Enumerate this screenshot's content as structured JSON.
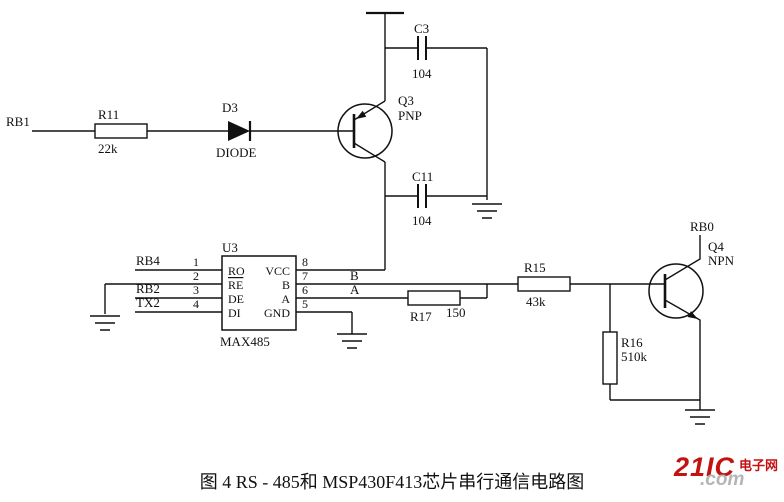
{
  "caption": "图 4  RS - 485和 MSP430F413芯片串行通信电路图",
  "watermark": {
    "brand": "21IC",
    "site": "电子网",
    "domain": ".com"
  },
  "nets": {
    "rb1": "RB1",
    "rb4": "RB4",
    "rb2": "RB2",
    "tx2": "TX2",
    "rb0": "RB0"
  },
  "wire_labels": {
    "b": "B",
    "a": "A"
  },
  "components": {
    "r11": {
      "ref": "R11",
      "value": "22k"
    },
    "d3": {
      "ref": "D3",
      "value": "DIODE"
    },
    "q3": {
      "ref": "Q3",
      "value": "PNP"
    },
    "c3": {
      "ref": "C3",
      "value": "104"
    },
    "c11": {
      "ref": "C11",
      "value": "104"
    },
    "r17": {
      "ref": "R17",
      "value": "150"
    },
    "r15": {
      "ref": "R15",
      "value": "43k"
    },
    "r16": {
      "ref": "R16",
      "value": "510k"
    },
    "q4": {
      "ref": "Q4",
      "value": "NPN"
    },
    "u3": {
      "ref": "U3",
      "part": "MAX485",
      "pins": {
        "ro": {
          "name": "RO",
          "num": "1"
        },
        "re": {
          "name": "RE",
          "num": "2"
        },
        "de": {
          "name": "DE",
          "num": "3"
        },
        "di": {
          "name": "DI",
          "num": "4"
        },
        "gnd": {
          "name": "GND",
          "num": "5"
        },
        "a": {
          "name": "A",
          "num": "6"
        },
        "b": {
          "name": "B",
          "num": "7"
        },
        "vcc": {
          "name": "VCC",
          "num": "8"
        }
      }
    }
  }
}
